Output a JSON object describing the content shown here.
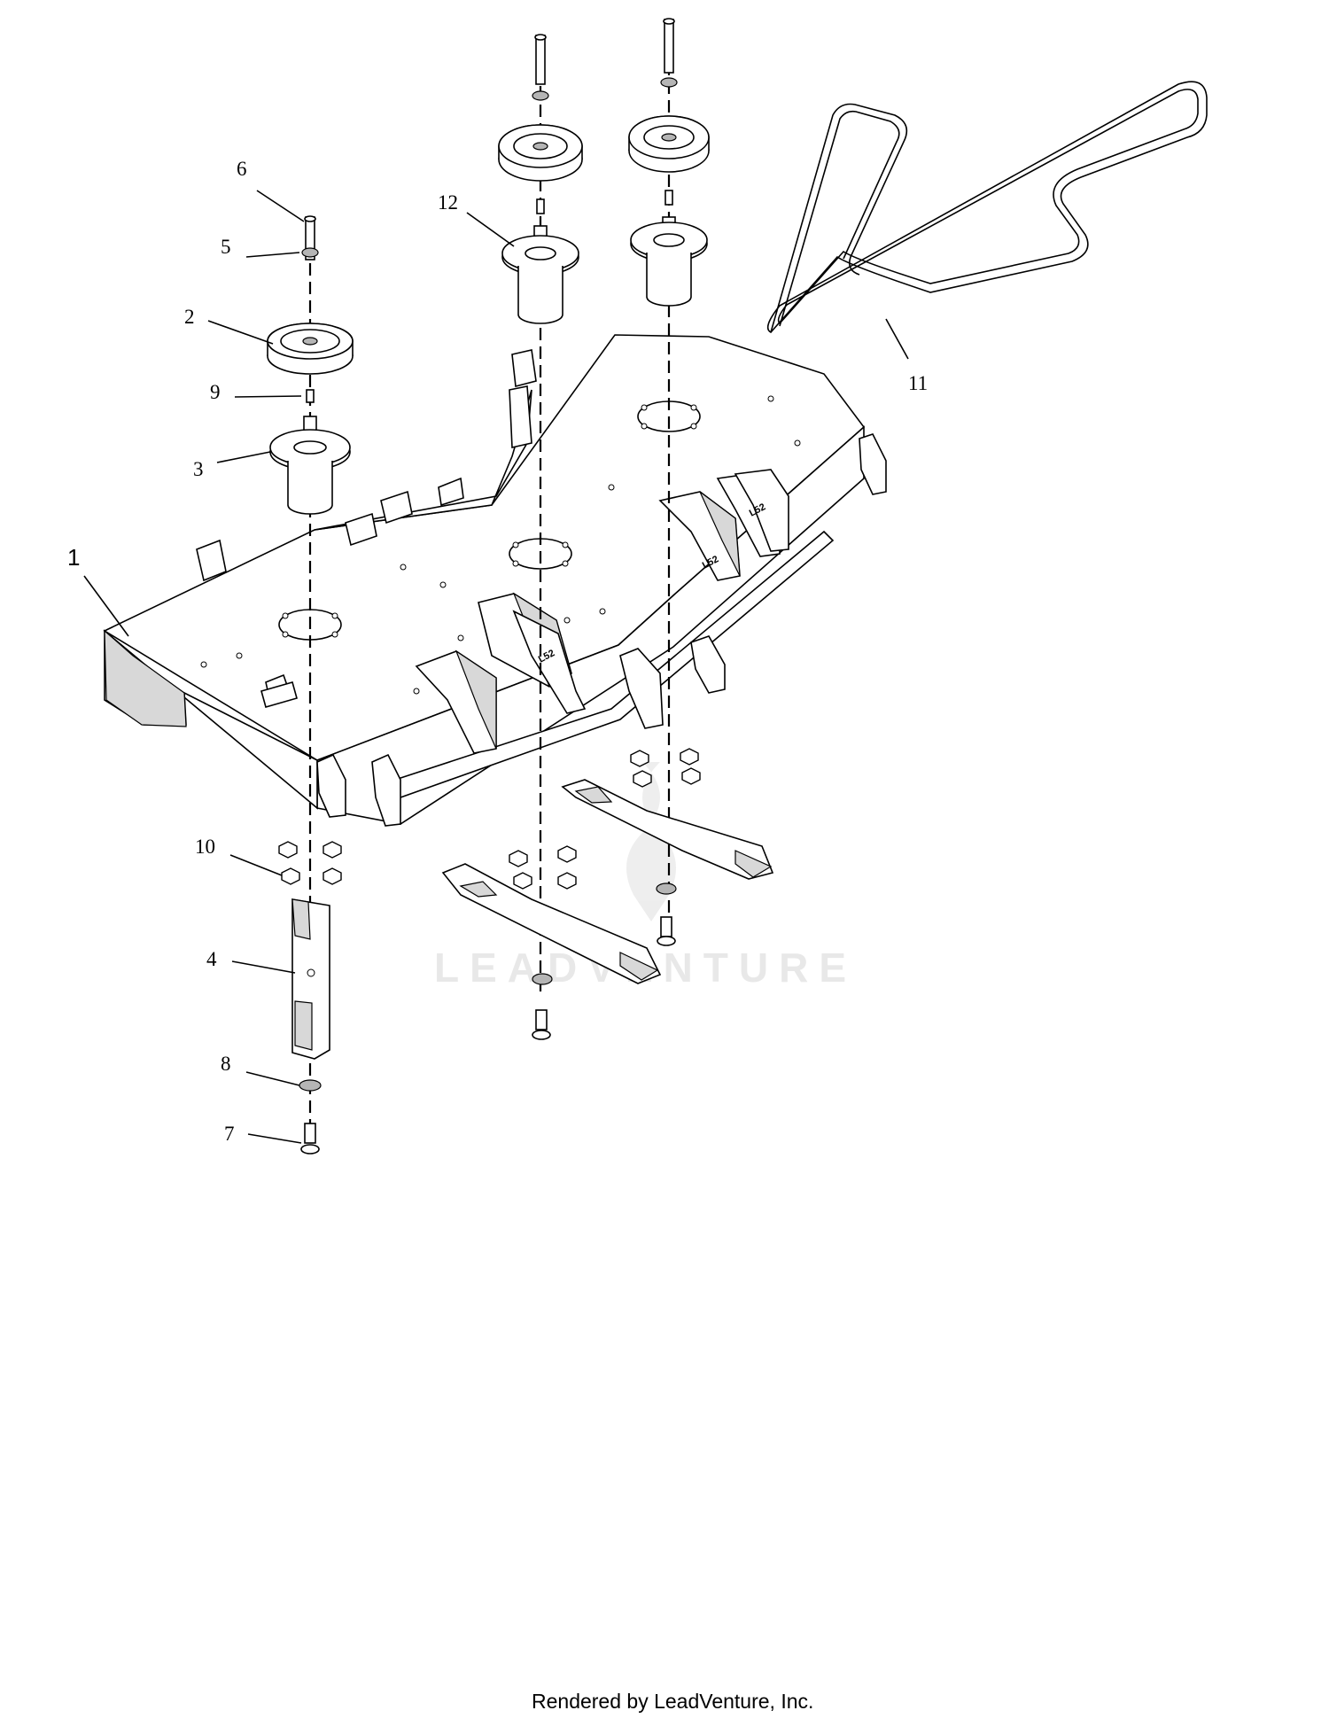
{
  "callouts": {
    "c1": "1",
    "c2": "2",
    "c3": "3",
    "c4": "4",
    "c5": "5",
    "c6": "6",
    "c7": "7",
    "c8": "8",
    "c9": "9",
    "c10": "10",
    "c11": "11",
    "c12": "12"
  },
  "watermark": "LEADVENTURE",
  "footer": "Rendered by LeadVenture, Inc.",
  "deck_labels": [
    "L52",
    "L52",
    "L52"
  ]
}
